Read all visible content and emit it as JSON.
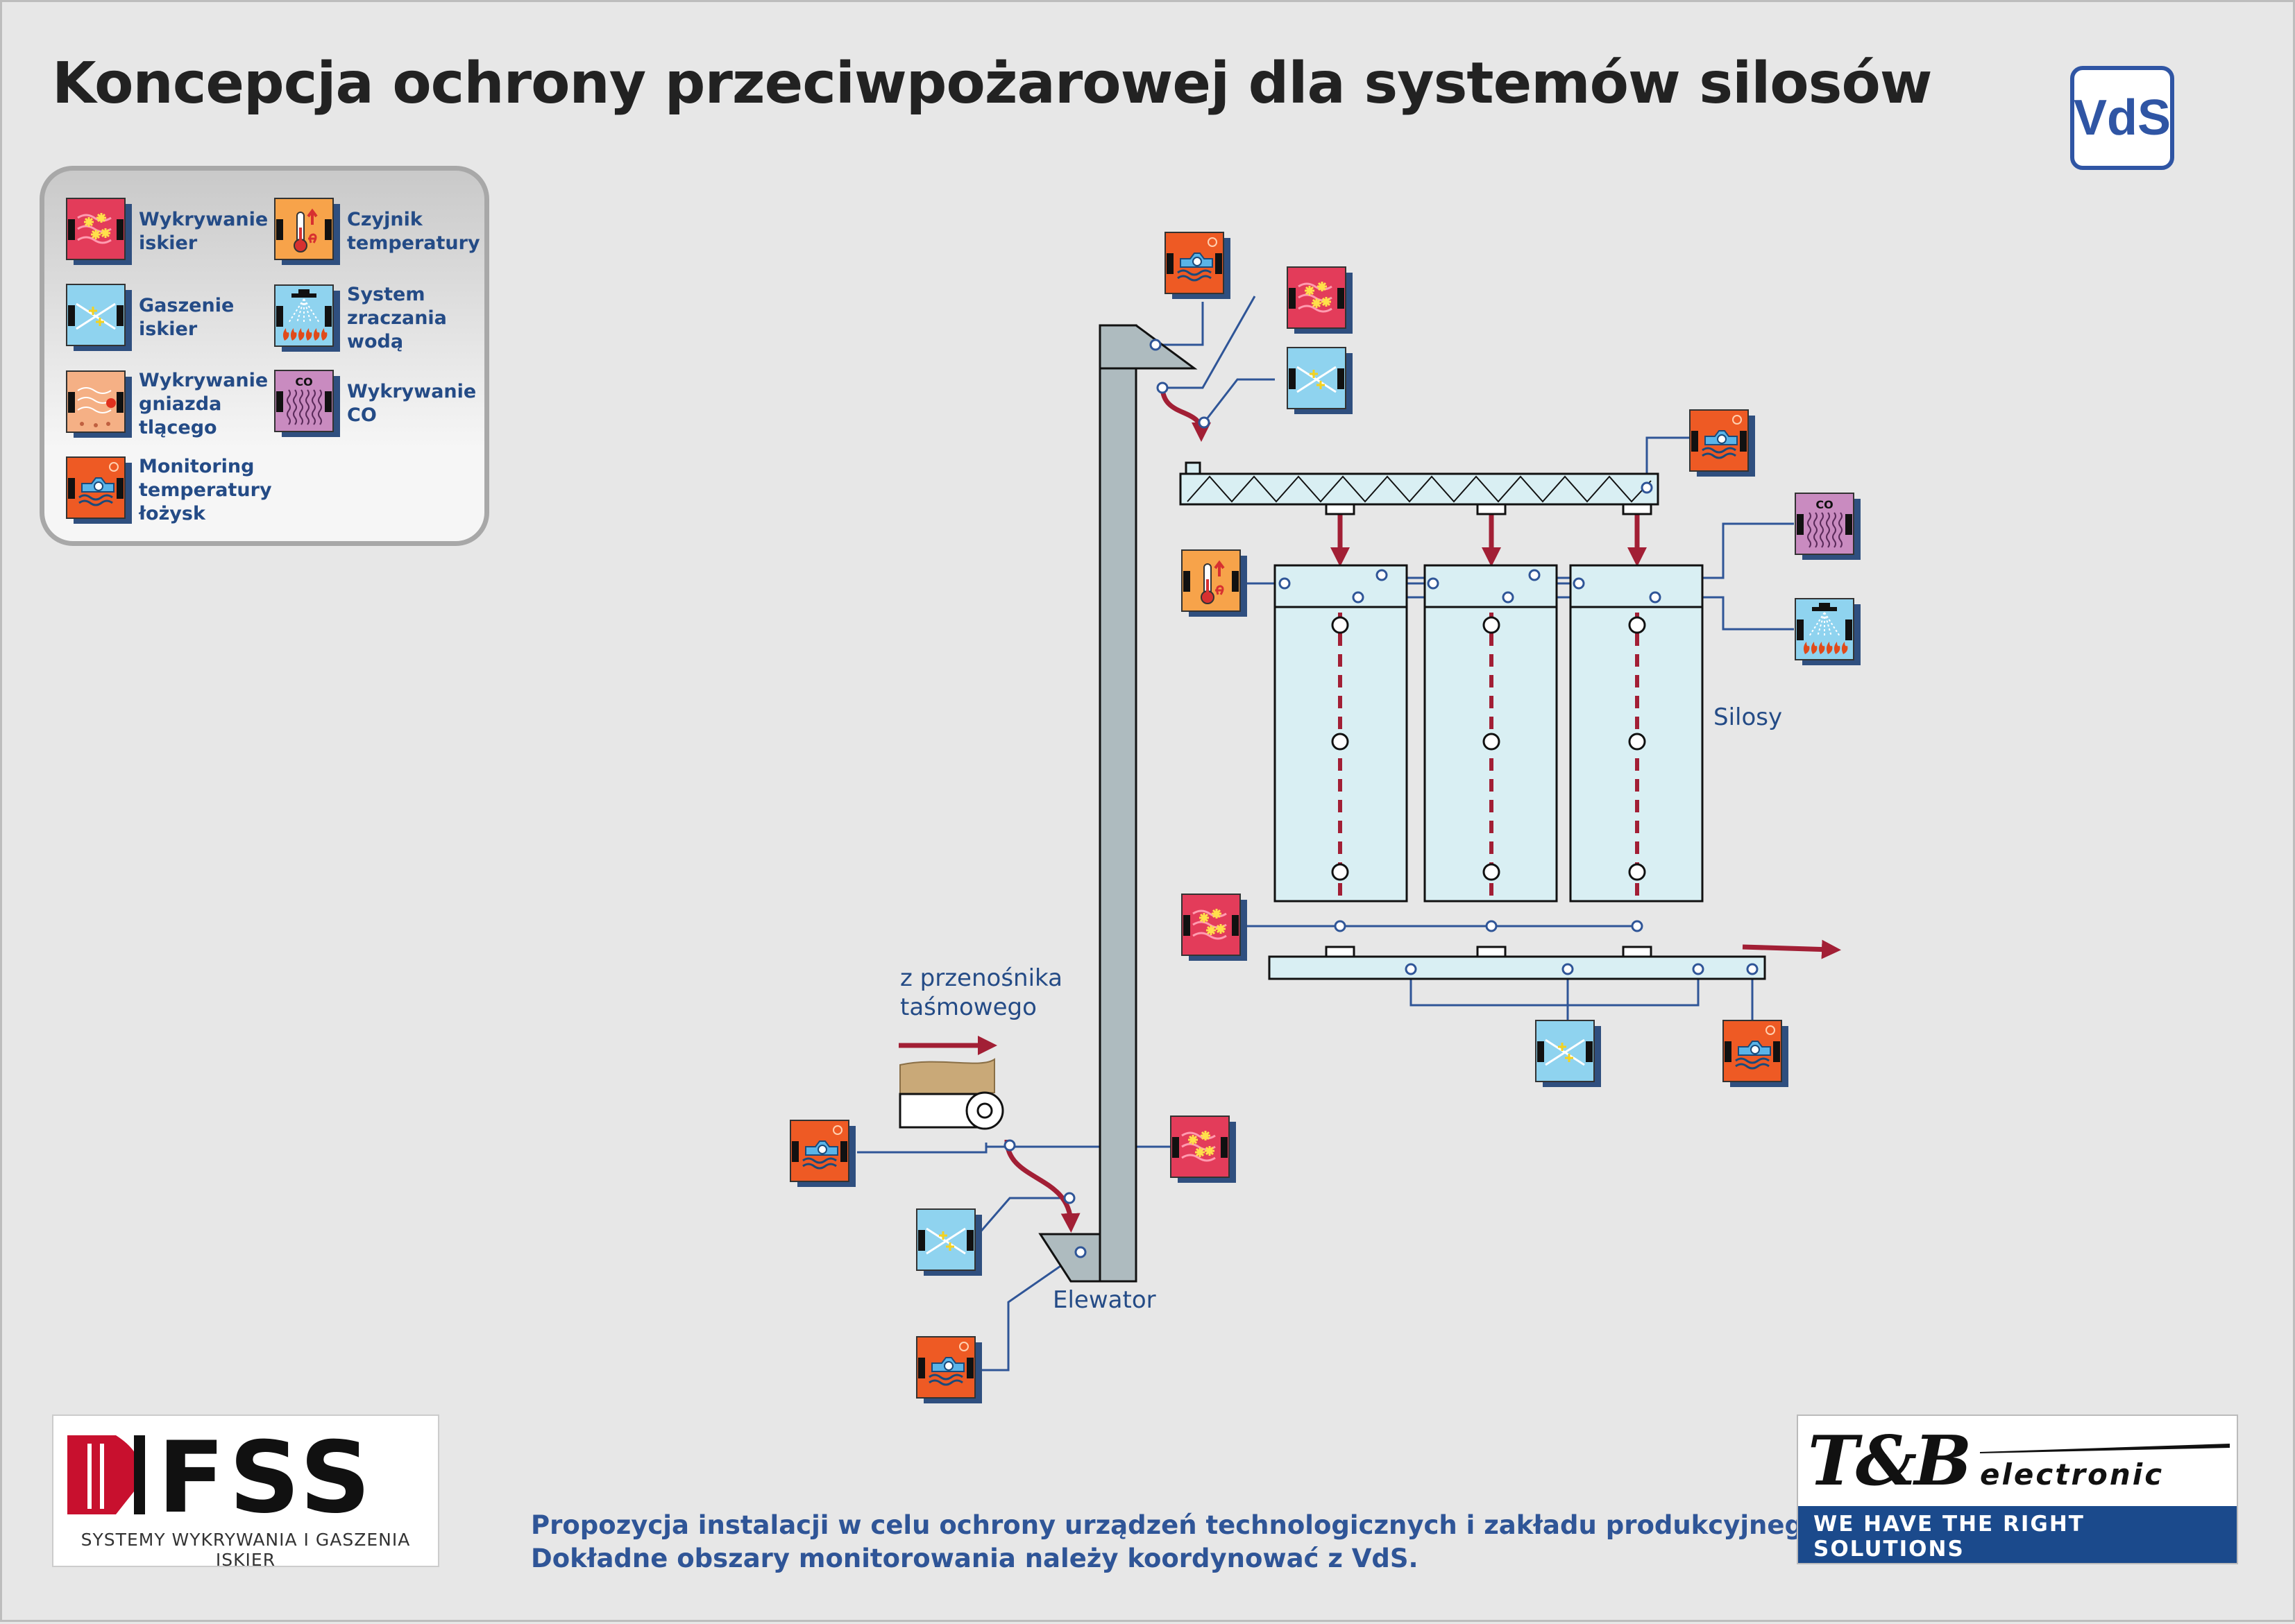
{
  "title": "Koncepcja ochrony przeciwpożarowej dla systemów silosów",
  "badge": "VdS",
  "legend": [
    {
      "icon": "spark-detection-icon",
      "label": "Wykrywanie\niskier"
    },
    {
      "icon": "temperature-sensor-icon",
      "label": "Czyjnik\ntemperatury"
    },
    {
      "icon": "spark-extinguishing-icon",
      "label": "Gaszenie\niskier"
    },
    {
      "icon": "water-sprinkler-icon",
      "label": "System\nzraczania\nwodą"
    },
    {
      "icon": "ember-detection-icon",
      "label": "Wykrywanie\ngniazda\ntlącego"
    },
    {
      "icon": "co-detection-icon",
      "label": "Wykrywanie\nCO"
    },
    {
      "icon": "bearing-monitoring-icon",
      "label": "Monitoring\ntemperatury\nłożysk"
    }
  ],
  "labels": {
    "conveyor_source": "z przenośnika\ntaśmowego",
    "elevator": "Elewator",
    "silos": "Silosy",
    "co_text": "CO"
  },
  "footer": {
    "line1": "Propozycja instalacji w celu ochrony urządzeń technologicznych i zakładu produkcyjnego.",
    "line2": "Dokładne obszary monitorowania należy koordynować z VdS."
  },
  "logos": {
    "fss_name": "FSS",
    "fss_tagline": "SYSTEMY WYKRYWANIA I GASZENIA ISKIER",
    "tb_name": "T&B",
    "tb_sub": "electronic",
    "tb_slogan": "WE HAVE THE RIGHT SOLUTIONS\nFOR ALL APPLICATIONS."
  },
  "colors": {
    "background": "#e7e7e7",
    "text_blue": "#244b86",
    "flow_arrow": "#a21f35",
    "line_blue": "#2f5597",
    "silo_fill": "#d9eff3",
    "elevator_fill": "#aebbbf"
  }
}
